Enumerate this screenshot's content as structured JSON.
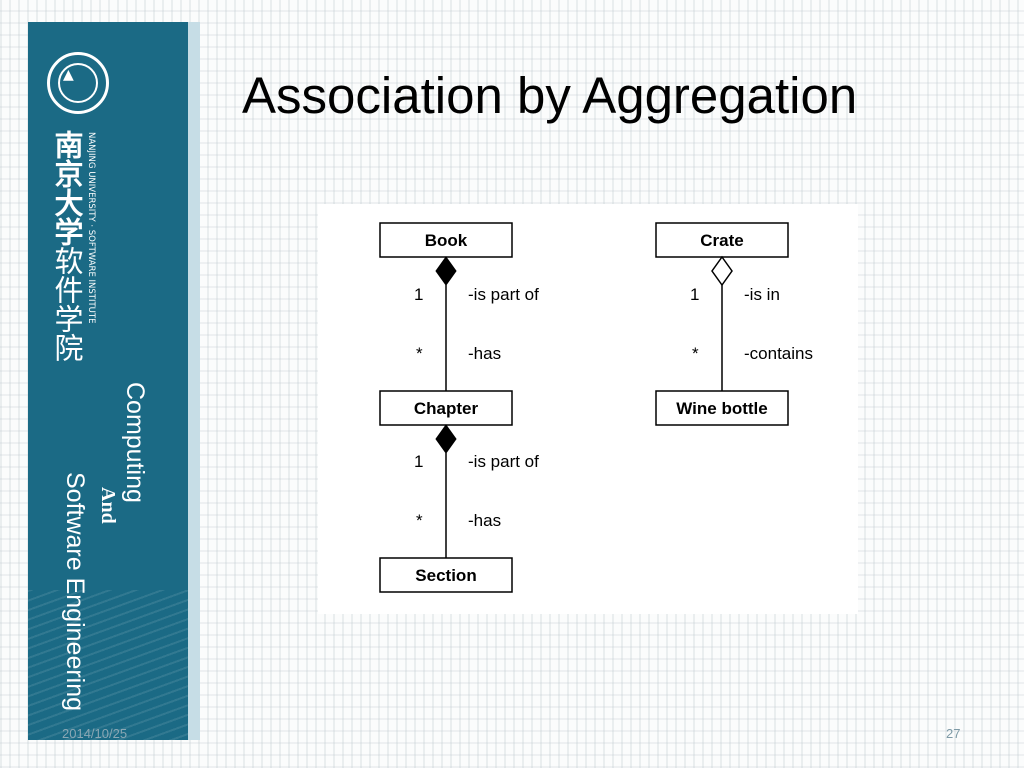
{
  "slide": {
    "title": "Association by Aggregation",
    "date": "2014/10/25",
    "page_number": "27"
  },
  "sidebar": {
    "university_cn": "南京大学",
    "institute_cn": "软件学院",
    "university_en": "NANJING UNIVERSITY · SOFTWARE INSTITUTE",
    "course_line1": "Computing",
    "course_line2": "And",
    "course_line3": "Software Engineering",
    "accent_color": "#1b6a85"
  },
  "diagram": {
    "classes": {
      "book": "Book",
      "chapter": "Chapter",
      "section": "Section",
      "crate": "Crate",
      "wine_bottle": "Wine bottle"
    },
    "relations": {
      "book_chapter": {
        "kind": "composition",
        "mult_top": "1",
        "role_top": "-is part of",
        "mult_bottom": "*",
        "role_bottom": "-has"
      },
      "chapter_section": {
        "kind": "composition",
        "mult_top": "1",
        "role_top": "-is part of",
        "mult_bottom": "*",
        "role_bottom": "-has"
      },
      "crate_bottle": {
        "kind": "aggregation",
        "mult_top": "1",
        "role_top": "-is in",
        "mult_bottom": "*",
        "role_bottom": "-contains"
      }
    }
  }
}
